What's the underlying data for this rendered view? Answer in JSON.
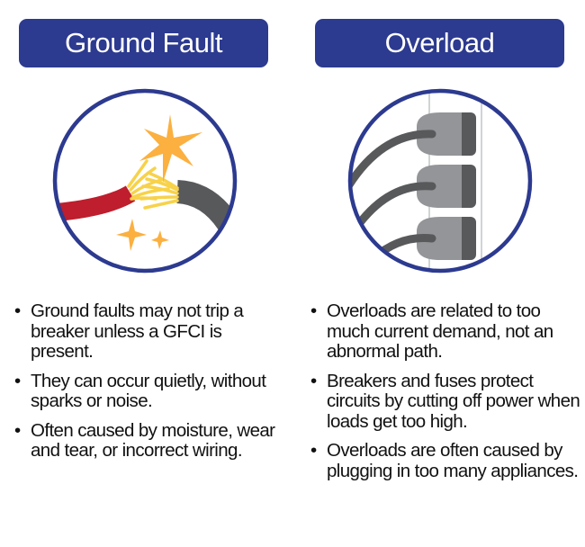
{
  "left_panel": {
    "title": "Ground Fault",
    "illustration": "sparking-wires-icon",
    "bullets": [
      "Ground faults may not trip a breaker unless a GFCI is present.",
      "They can occur quietly, without sparks or noise.",
      "Often caused by moisture, wear and tear, or incorrect wiring."
    ]
  },
  "right_panel": {
    "title": "Overload",
    "illustration": "overloaded-power-strip-icon",
    "bullets": [
      "Overloads are related to too much current demand, not an abnormal path.",
      "Breakers and fuses protect circuits by cutting off power when loads get too high.",
      "Overloads are often caused by plugging in too many appliances."
    ]
  },
  "colors": {
    "header_bg": "#2c3a8f",
    "circle_outline": "#2c3a8f",
    "spark": "#fbb040",
    "red_wire": "#be1e2d",
    "gray_wire": "#58595b",
    "copper_strands": "#f7d24a",
    "plug_light": "#939598",
    "plug_dark": "#58595b"
  }
}
